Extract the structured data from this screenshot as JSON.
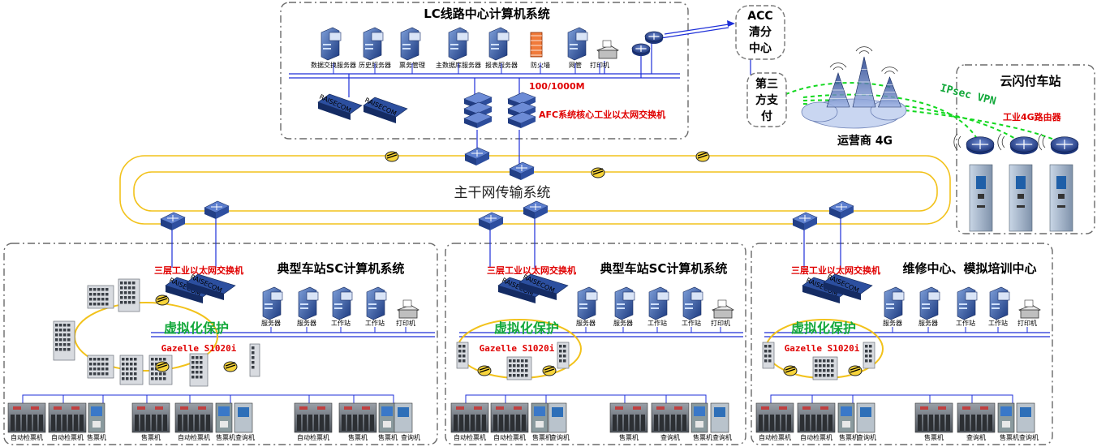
{
  "lc": {
    "title": "LC线路中心计算机系统",
    "servers": [
      "数据交换服务器",
      "历史服务器",
      "票务管理",
      "主数据库服务器",
      "报表服务器",
      "防火墙",
      "网管",
      "打印机"
    ],
    "bandwidth": "100/1000M",
    "core_switch": "AFC系统核心工业以太网交换机",
    "brand": "RAISECOM"
  },
  "acc": {
    "line1": "ACC",
    "line2": "清分",
    "line3": "中心"
  },
  "third_party": {
    "line1": "第三",
    "line2": "方支",
    "line3": "付"
  },
  "carrier": "运营商 4G",
  "vpn": "IPsec VPN",
  "cloud": {
    "title": "云闪付车站",
    "router_label": "工业4G路由器"
  },
  "backbone": "主干网传输系统",
  "stations": [
    {
      "title": "典型车站SC计算机系统",
      "l3_switch": "三层工业以太网交换机",
      "virt": "虚拟化保护",
      "gazelle": "Gazelle S1020i",
      "servers": [
        "服务器",
        "服务器",
        "工作站",
        "工作站",
        "打印机"
      ],
      "terminals": [
        "自动检票机",
        "自动检票机",
        "售票机",
        "自动检票机",
        "自动检票机",
        "售票机",
        "查询机",
        "自动检票机",
        "自动检票机",
        "售票机",
        "查询机"
      ]
    },
    {
      "title": "典型车站SC计算机系统",
      "l3_switch": "三层工业以太网交换机",
      "virt": "虚拟化保护",
      "gazelle": "Gazelle S1020i",
      "servers": [
        "服务器",
        "服务器",
        "工作站",
        "工作站",
        "打印机"
      ],
      "terminals": [
        "自动检票机",
        "自动检票机",
        "售票机",
        "查询机",
        "自动检票机",
        "自动检票机",
        "售票机",
        "查询机"
      ]
    },
    {
      "title": "维修中心、模拟培训中心",
      "l3_switch": "三层工业以太网交换机",
      "virt": "虚拟化保护",
      "gazelle": "Gazelle S1020i",
      "servers": [
        "服务器",
        "服务器",
        "工作站",
        "工作站",
        "打印机"
      ],
      "terminals": [
        "自动检票机",
        "自动检票机",
        "售票机",
        "查询机",
        "自动检票机",
        "自动检票机",
        "售票机",
        "查询机"
      ]
    }
  ],
  "colors": {
    "link": "#1d2fd8",
    "ring": "#f2c21b",
    "red": "#e00000",
    "green": "#12a83a",
    "device": "#2b4e9a",
    "dash": "#6a6a6a"
  }
}
